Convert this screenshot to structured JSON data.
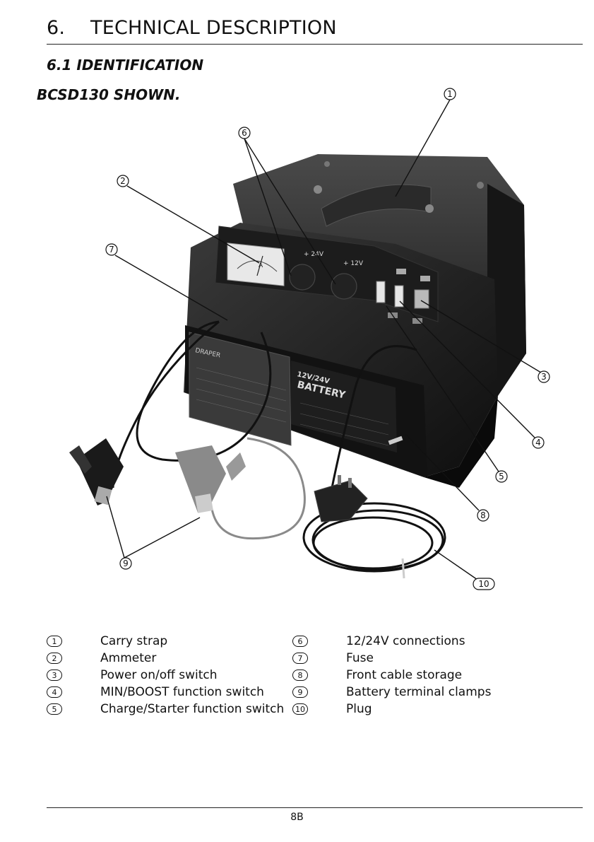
{
  "header": {
    "section_number": "6.",
    "section_title": "TECHNICAL DESCRIPTION",
    "subsection": "6.1 IDENTIFICATION",
    "model_note": "BCSD130 SHOWN."
  },
  "figure": {
    "callouts": [
      "1",
      "2",
      "3",
      "4",
      "5",
      "6",
      "7",
      "8",
      "9",
      "10"
    ],
    "panel_labels": {
      "v24": "+ 24V",
      "v12": "+ 12V",
      "meter": "A",
      "product_line1": "12V/24V",
      "product_line2": "BATTERY",
      "brand": "DRAPER"
    }
  },
  "legend": {
    "left": [
      {
        "num": "1",
        "label": "Carry strap"
      },
      {
        "num": "2",
        "label": "Ammeter"
      },
      {
        "num": "3",
        "label": "Power on/off switch"
      },
      {
        "num": "4",
        "label": "MIN/BOOST function switch"
      },
      {
        "num": "5",
        "label": "Charge/Starter function switch"
      }
    ],
    "right": [
      {
        "num": "6",
        "label": "12/24V connections"
      },
      {
        "num": "7",
        "label": "Fuse"
      },
      {
        "num": "8",
        "label": "Front cable storage"
      },
      {
        "num": "9",
        "label": "Battery terminal clamps"
      },
      {
        "num": "10",
        "label": "Plug"
      }
    ]
  },
  "footer": {
    "page_number": "8B"
  }
}
